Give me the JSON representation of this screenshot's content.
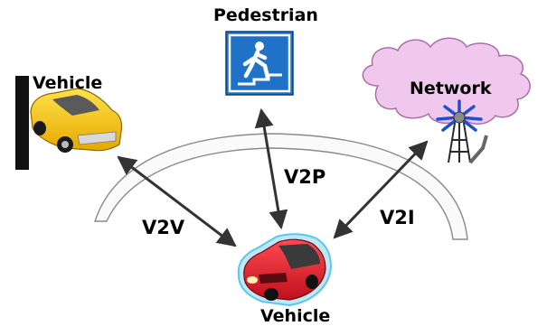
{
  "nodes": {
    "pedestrian": {
      "label": "Pedestrian",
      "icon": "pedestrian-crossing-sign-icon"
    },
    "vehicle_left": {
      "label": "Vehicle",
      "icon": "yellow-car-icon"
    },
    "network": {
      "label": "Network",
      "icon": "cell-tower-icon"
    },
    "vehicle_center": {
      "label": "Vehicle",
      "icon": "red-car-icon"
    }
  },
  "links": {
    "v2v": "V2V",
    "v2p": "V2P",
    "v2i": "V2I"
  },
  "colors": {
    "sign_blue": "#1f72c8",
    "cloud_fill": "#f0c8ee",
    "cloud_stroke": "#a870a6",
    "yellow_car": "#f7c500",
    "red_car": "#e0182a",
    "arc_fill": "#fafafa",
    "arc_stroke": "#8a8a8a",
    "arrow": "#333333"
  }
}
